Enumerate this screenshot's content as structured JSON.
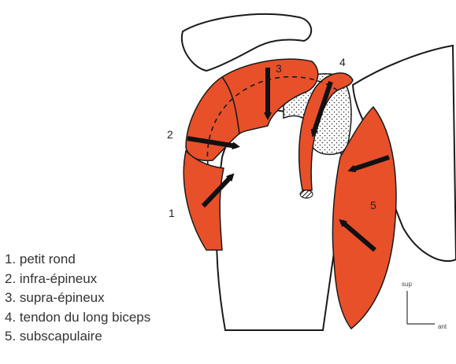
{
  "legend": {
    "items": [
      "1. petit rond",
      "2. infra-épineux",
      "3. supra-épineux",
      "4. tendon du long biceps",
      "5. subscapulaire"
    ]
  },
  "figure": {
    "labels": [
      "1",
      "2",
      "3",
      "4",
      "5"
    ],
    "axis": {
      "up": "sup",
      "right": "ant"
    }
  },
  "colors": {
    "muscle": "#e8502a",
    "outline": "#1a1a1a",
    "bone": "#ffffff"
  }
}
